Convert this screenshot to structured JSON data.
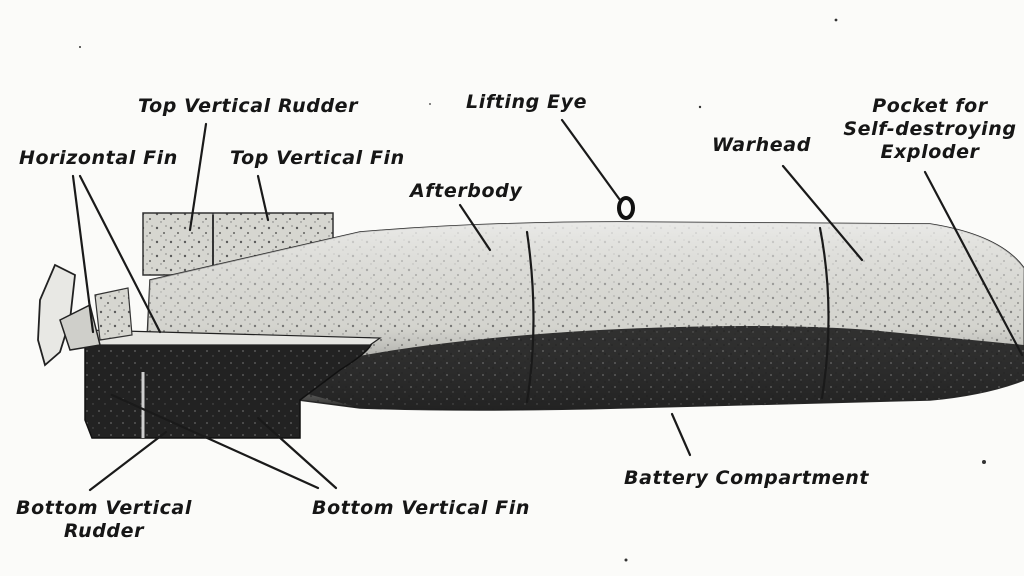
{
  "labels": {
    "top_vertical_rudder": "Top Vertical Rudder",
    "lifting_eye": "Lifting Eye",
    "pocket_line1": "Pocket for",
    "pocket_line2": "Self-destroying",
    "pocket_line3": "Exploder",
    "horizontal_fin": "Horizontal Fin",
    "top_vertical_fin": "Top Vertical Fin",
    "warhead": "Warhead",
    "afterbody": "Afterbody",
    "battery_compartment": "Battery Compartment",
    "bottom_vertical_rudder_line1": "Bottom Vertical",
    "bottom_vertical_rudder_line2": "Rudder",
    "bottom_vertical_fin": "Bottom Vertical Fin"
  },
  "colors": {
    "ink": "#161616",
    "hull_light": "#d9d9d4",
    "hull_dark": "#1c1c1c",
    "paper": "#fbfbf9"
  }
}
